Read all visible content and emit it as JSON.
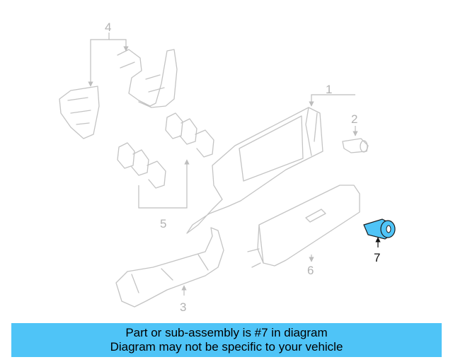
{
  "diagram": {
    "callouts": [
      "1",
      "2",
      "3",
      "4",
      "5",
      "6",
      "7"
    ],
    "highlighted_callout": "7",
    "highlight_color": "#4fc4f7"
  },
  "banner": {
    "line1": "Part or sub-assembly is #7 in diagram",
    "line2": "Diagram may not be specific to your vehicle",
    "background": "#4fc4f7"
  }
}
